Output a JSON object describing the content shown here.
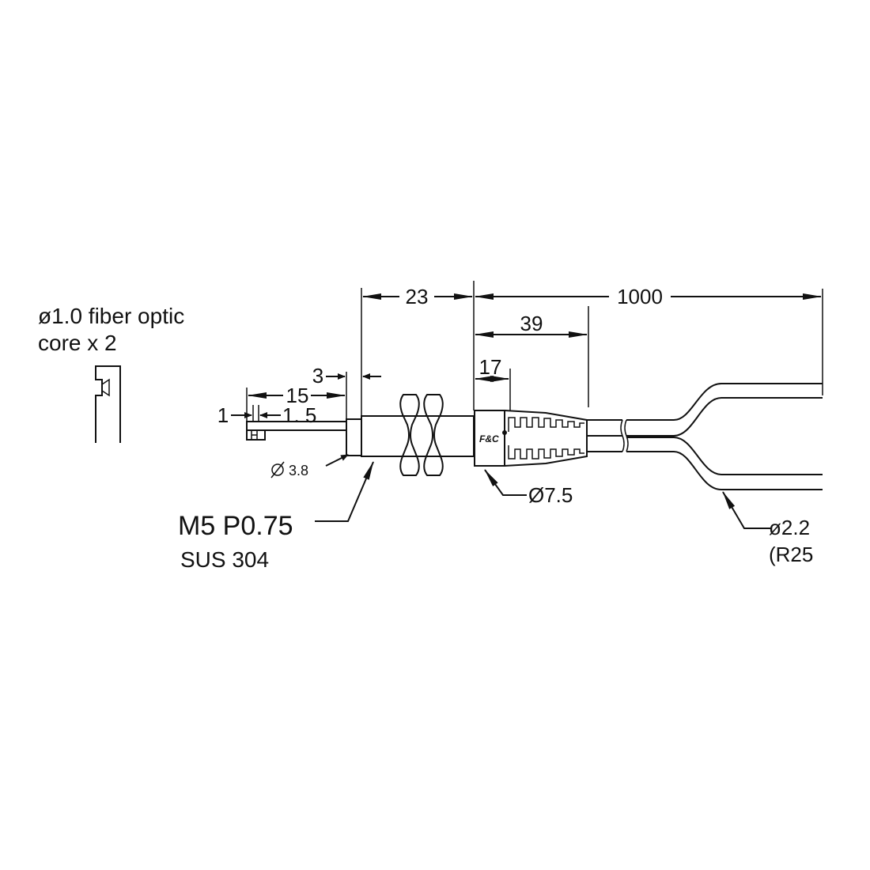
{
  "dimensions": {
    "d23": "23",
    "d1000": "1000",
    "d39": "39",
    "d17": "17",
    "d3": "3",
    "d15": "15",
    "d1": "1",
    "d1_5": "1. 5",
    "dia3_8": "3.8",
    "dia7_5": "Ø7.5",
    "dia2_2": "ø2.2",
    "r25": "(R25"
  },
  "notes": {
    "fiber_core_line1": "ø1.0 fiber optic",
    "fiber_core_line2": "core x 2",
    "thread_spec": "M5  P0.75",
    "material": "SUS 304"
  },
  "brand": {
    "logo": "F&C"
  }
}
